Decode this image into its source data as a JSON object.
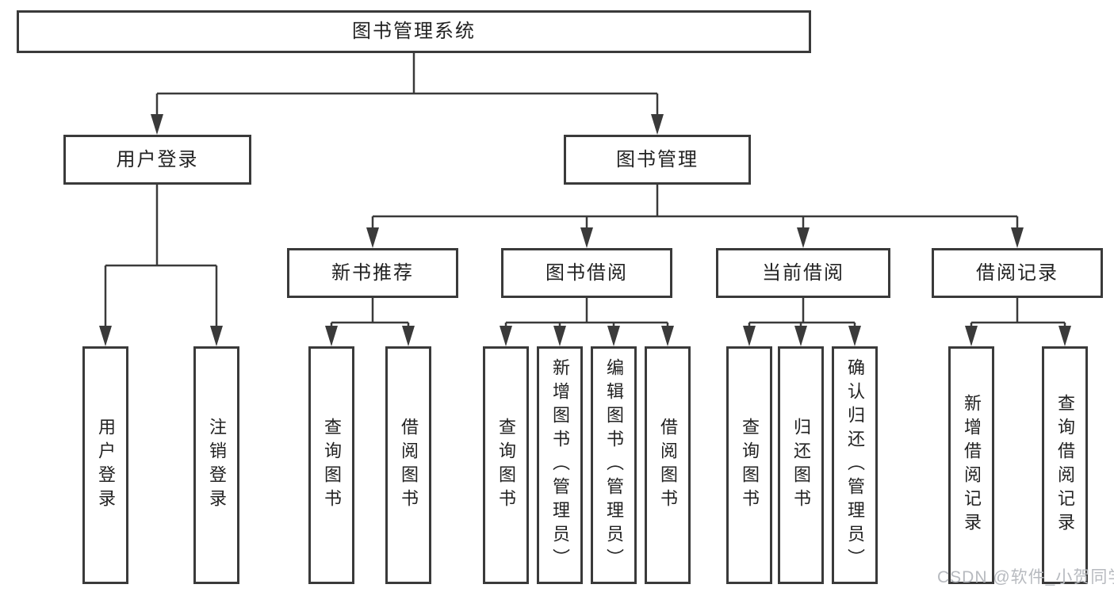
{
  "diagram": {
    "root": "图书管理系统",
    "level2": {
      "user_login": "用户登录",
      "book_mgmt": "图书管理"
    },
    "level3": {
      "new_books": "新书推荐",
      "book_borrow": "图书借阅",
      "current_borrow": "当前借阅",
      "borrow_records": "借阅记录"
    },
    "leaves": {
      "user_login": "用户登录",
      "logout": "注销登录",
      "nb_query_books": "查询图书",
      "nb_borrow_books": "借阅图书",
      "bb_query_books": "查询图书",
      "bb_add_books": "新增图书（管理员）",
      "bb_edit_books": "编辑图书（管理员）",
      "bb_borrow_books": "借阅图书",
      "cb_query_books": "查询图书",
      "cb_return_books": "归还图书",
      "cb_confirm_return": "确认归还（管理员）",
      "br_add_record": "新增借阅记录",
      "br_query_record": "查询借阅记录"
    }
  },
  "watermark": "CSDN @软件_小贺同学",
  "colors": {
    "line": "#3a3a3a",
    "text": "#222222",
    "watermark": "#b7babf",
    "background": "#ffffff"
  }
}
